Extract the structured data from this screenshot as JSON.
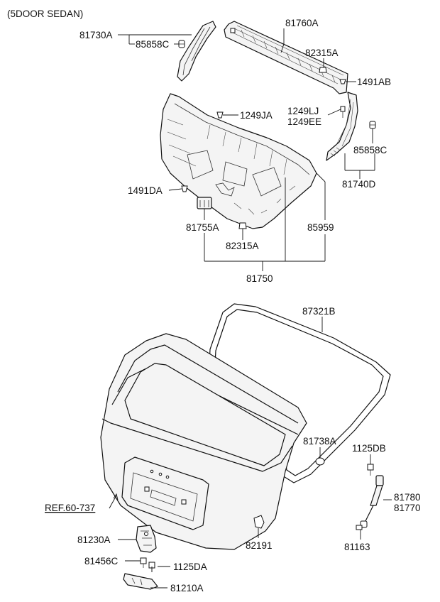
{
  "title": "(5DOOR SEDAN)",
  "labels": {
    "p81760A": "81760A",
    "p81730A": "81730A",
    "p85858C_top": "85858C",
    "p82315A_top": "82315A",
    "p1491AB": "1491AB",
    "p1249LJ": "1249LJ",
    "p1249EE": "1249EE",
    "p1249JA": "1249JA",
    "p85858C_right": "85858C",
    "p81740D": "81740D",
    "p1491DA": "1491DA",
    "p81755A": "81755A",
    "p85959": "85959",
    "p82315A_mid": "82315A",
    "p81750": "81750",
    "p87321B": "87321B",
    "p81738A": "81738A",
    "p1125DB": "1125DB",
    "p81780": "81780",
    "p81770": "81770",
    "ref": "REF.60-737",
    "p81230A": "81230A",
    "p82191": "82191",
    "p81163": "81163",
    "p81456C": "81456C",
    "p1125DA": "1125DA",
    "p81210A": "81210A"
  }
}
